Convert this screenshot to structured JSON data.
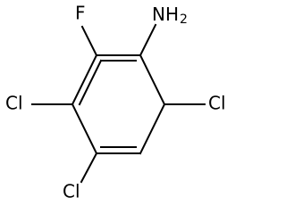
{
  "molecule": {
    "atoms": {
      "nh2_main": "NH",
      "nh2_sub": "2",
      "f": "F",
      "cl_left": "Cl",
      "cl_right": "Cl",
      "cl_bottom": "Cl"
    },
    "bond_color": "#000000",
    "text_color": "#000000"
  }
}
